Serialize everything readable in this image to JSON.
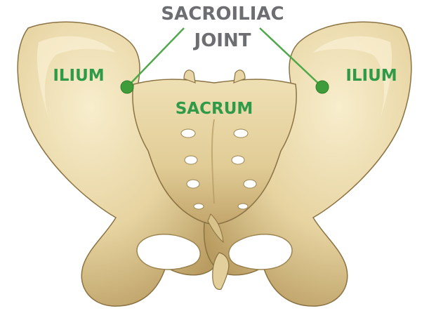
{
  "labels": {
    "joint_line1": "SACROILIAC",
    "joint_line2": "JOINT",
    "ilium_left": "ILIUM",
    "ilium_right": "ILIUM",
    "sacrum": "SACRUM"
  },
  "colors": {
    "background": "#ffffff",
    "bone_fill": "#e8d6a6",
    "bone_shadow": "#b89c62",
    "bone_highlight": "#f7ecc9",
    "bone_outline": "#8a7243",
    "hole": "#ffffff",
    "joint_label": "#6d6e71",
    "structure_label": "#2f9a47",
    "leader_line": "#4fa84a",
    "marker": "#3f9c3a"
  }
}
